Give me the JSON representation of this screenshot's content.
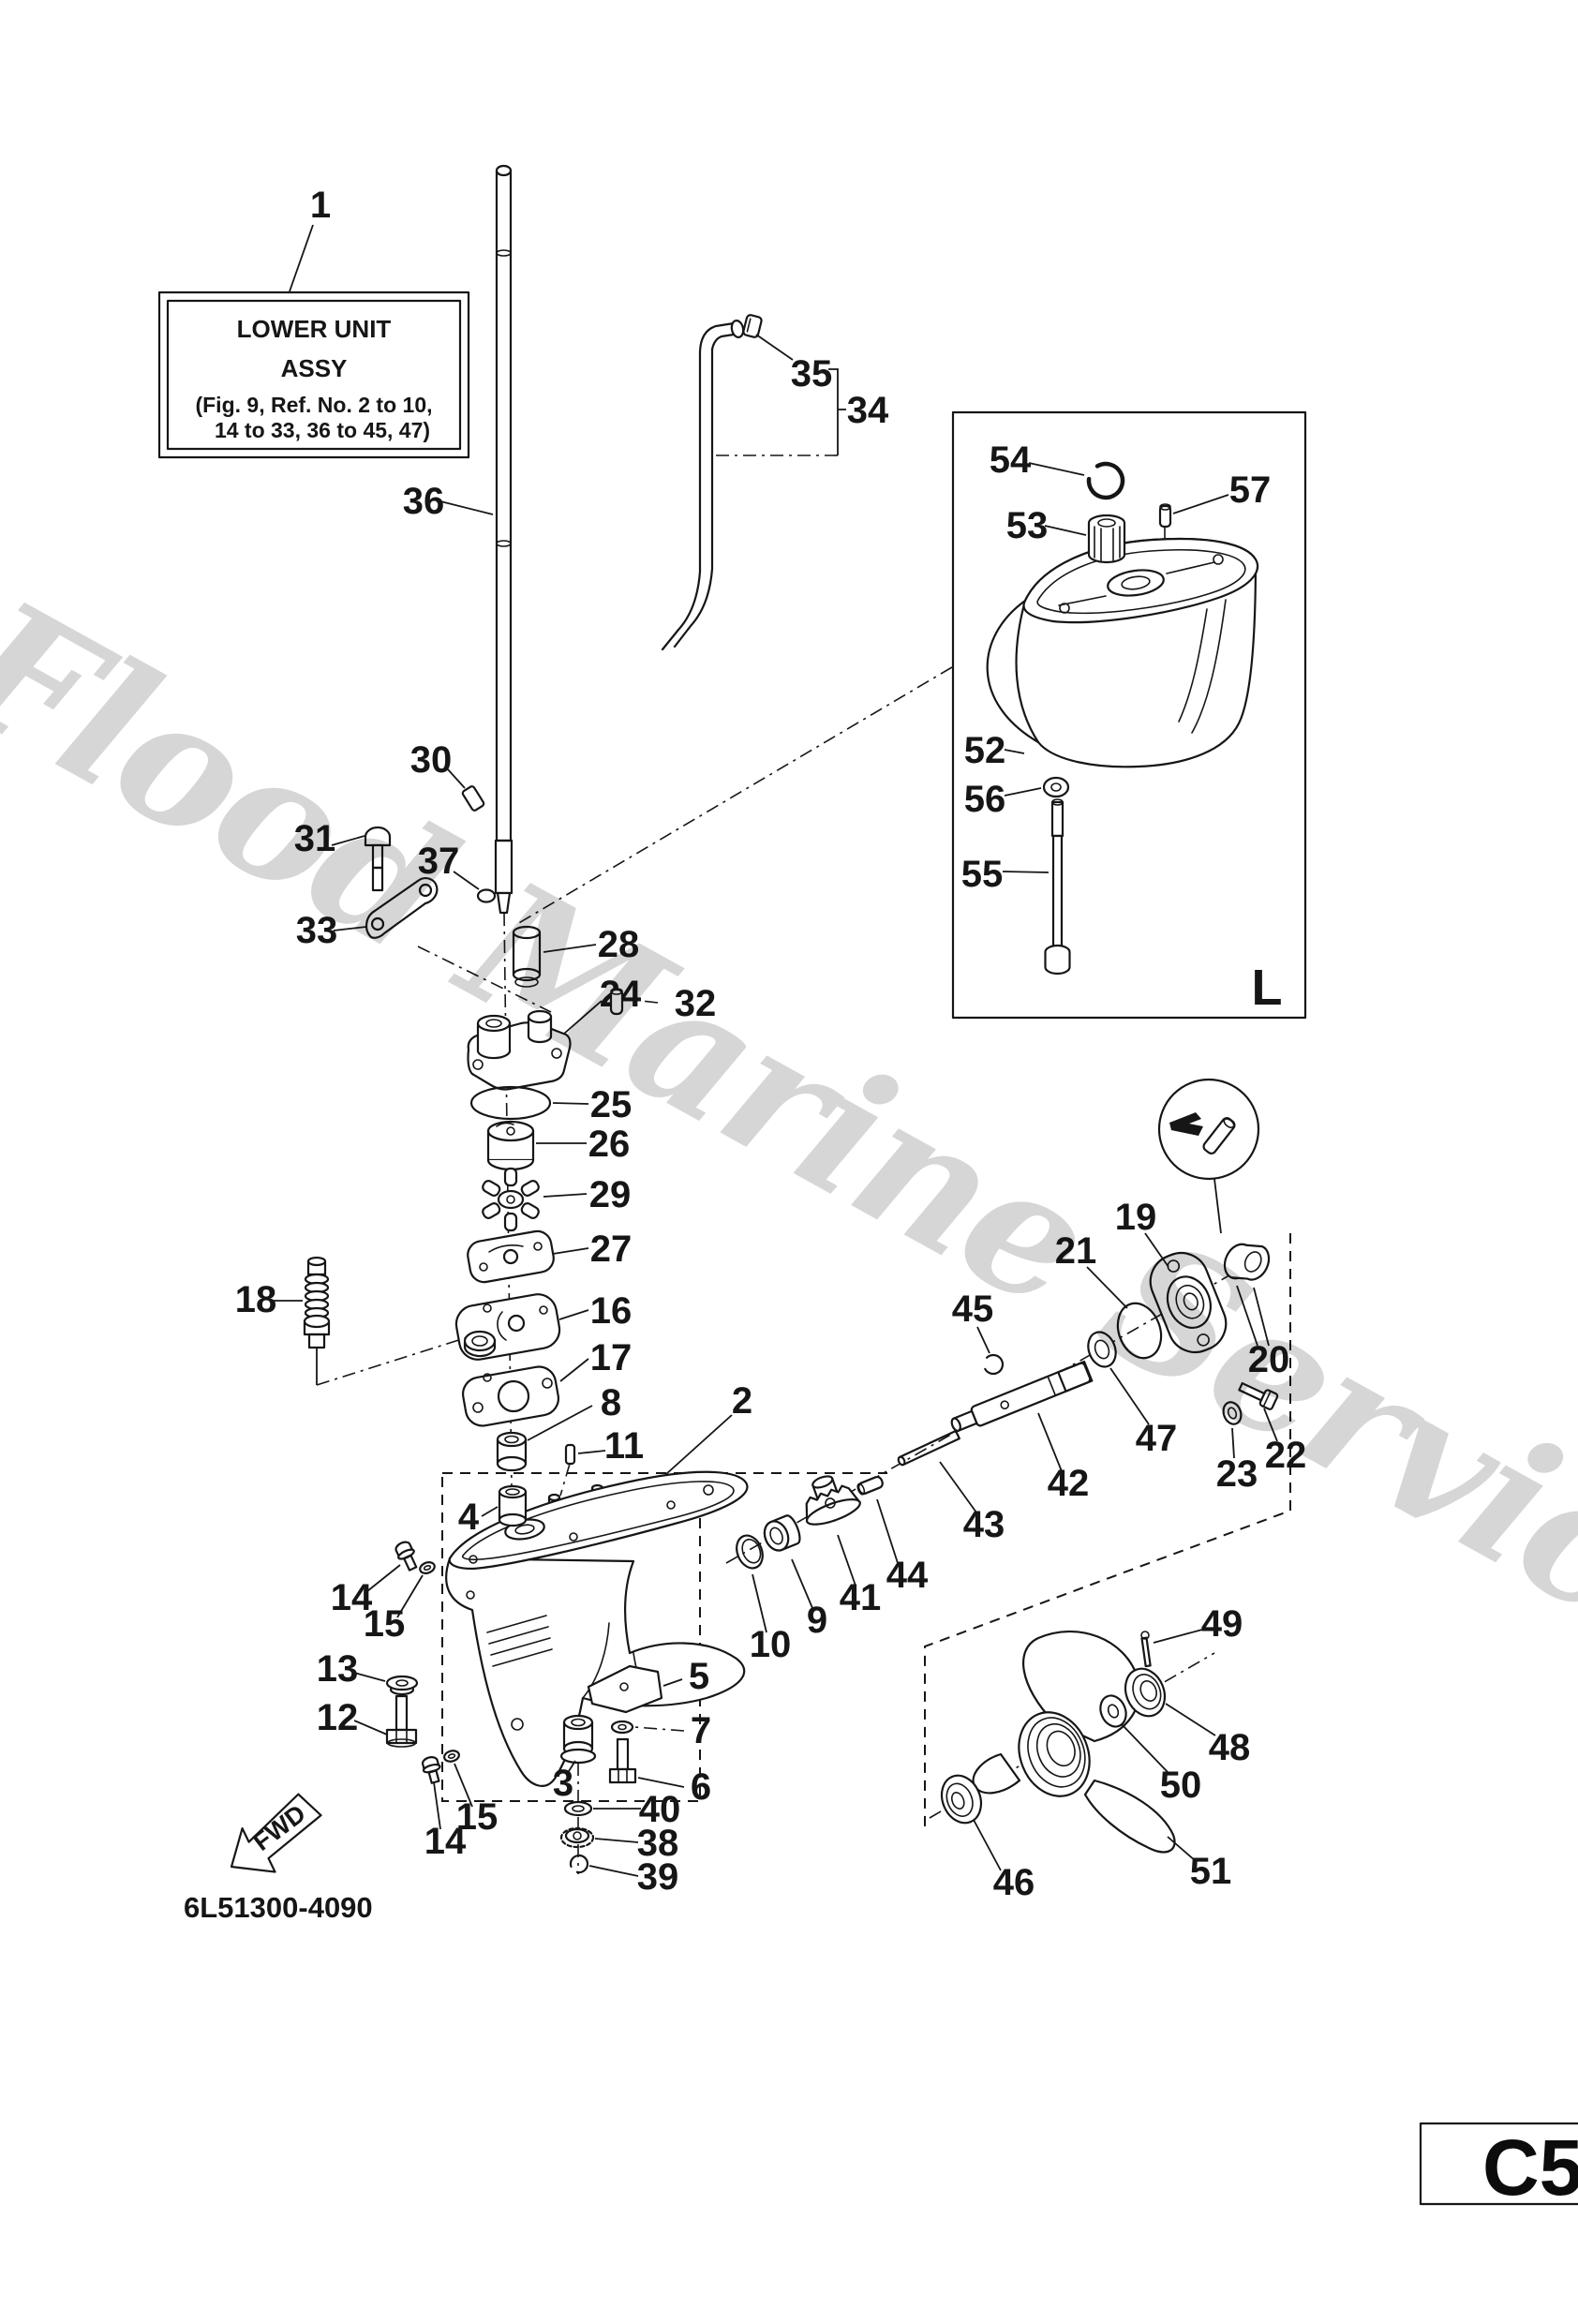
{
  "watermark": "Flood Marine Services",
  "title_box": {
    "line1": "LOWER UNIT",
    "line2": "ASSY",
    "line3": "(Fig. 9, Ref. No. 2 to 10,",
    "line4": "14 to 33, 36 to 45, 47)"
  },
  "drawing_number": "6L51300-4090",
  "page_code": "C5",
  "inset_panel_label": "L",
  "fwd_arrow_label": "FWD",
  "callouts": {
    "1": "1",
    "2": "2",
    "3": "3",
    "4": "4",
    "5": "5",
    "6": "6",
    "7": "7",
    "8": "8",
    "9": "9",
    "10": "10",
    "11": "11",
    "12": "12",
    "13": "13",
    "14": "14",
    "15": "15",
    "16": "16",
    "17": "17",
    "18": "18",
    "19": "19",
    "20": "20",
    "21": "21",
    "22": "22",
    "23": "23",
    "24": "24",
    "25": "25",
    "26": "26",
    "27": "27",
    "28": "28",
    "29": "29",
    "30": "30",
    "31": "31",
    "32": "32",
    "33": "33",
    "34": "34",
    "35": "35",
    "36": "36",
    "37": "37",
    "38": "38",
    "39": "39",
    "40": "40",
    "41": "41",
    "42": "42",
    "43": "43",
    "44": "44",
    "45": "45",
    "46": "46",
    "47": "47",
    "48": "48",
    "49": "49",
    "50": "50",
    "51": "51",
    "52": "52",
    "53": "53",
    "54": "54",
    "55": "55",
    "56": "56",
    "57": "57"
  }
}
